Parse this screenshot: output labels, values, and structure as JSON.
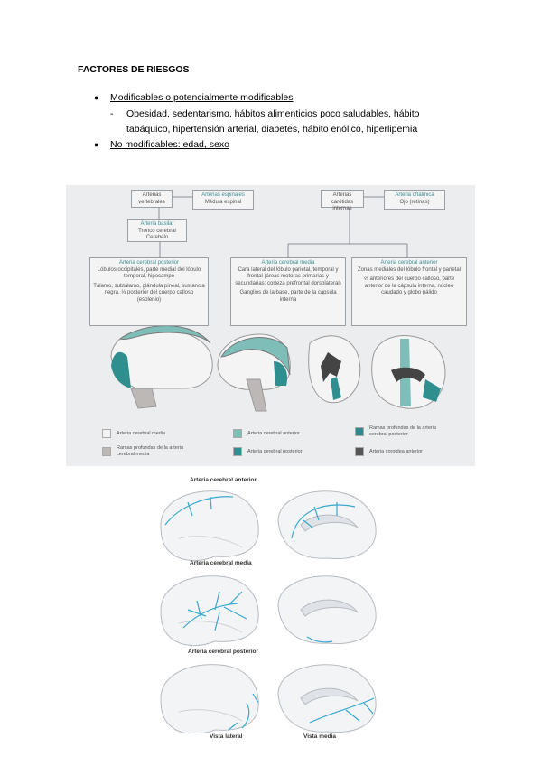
{
  "heading": "FACTORES DE RIESGOS",
  "bullets": {
    "modifiable_label": "Modificables o potencialmente modificables",
    "modifiable_items": "Obesidad, sedentarismo, hábitos alimenticios poco saludables, hábito tabáquico, hipertensión arterial, diabetes, hábito enólico, hiperlipemia",
    "non_modifiable_label": "No modificables: edad, sexo"
  },
  "figure1": {
    "art_vert": "Arterias vertebrales",
    "art_espinales": "Arterias espinales",
    "medula": "Médula espinal",
    "art_basilar": "Arteria basilar",
    "tronco": "Tronco cerebral",
    "cerebelo": "Cerebelo",
    "art_carotidas": "Arterias carótidas internas",
    "art_oftalmica": "Arteria oftálmica",
    "ojo": "Ojo (retinas)",
    "acp_title": "Arteria cerebral posterior",
    "acp_text1": "Lóbulos occipitales, parte medial del lóbulo temporal, hipocampo",
    "acp_text2": "Tálamo, subtálamo, glándula pineal, sustancia negra, ⅓ posterior del cuerpo calloso (esplenio)",
    "acm_title": "Arteria cerebral media",
    "acm_text1": "Cara lateral del lóbulo parietal, temporal y frontal (áreas motoras primarias y secundarias; corteza prefrontal dorsolateral)",
    "acm_text2": "Ganglios de la base, parte de la cápsula interna",
    "aca_title": "Arteria cerebral anterior",
    "aca_text1": "Zonas mediales del lóbulo frontal y parietal",
    "aca_text2": "⅔ anteriores del cuerpo calloso, parte anterior de la cápsula interna, núcleo caudado y globo pálido",
    "legend": [
      {
        "label": "Arteria cerebral media",
        "color": "#f3f3f3"
      },
      {
        "label": "Arteria cerebral anterior",
        "color": "#7fbdb8"
      },
      {
        "label": "Ramas profundas de la arteria cerebral posterior",
        "color": "#2a8a8c"
      },
      {
        "label": "Ramas profundas de la arteria cerebral media",
        "color": "#bdb8b8"
      },
      {
        "label": "Arteria cerebral posterior",
        "color": "#2f8f8f"
      },
      {
        "label": "Arteria coroidea anterior",
        "color": "#555555"
      }
    ]
  },
  "figure2": {
    "lab_aca": "Arteria cerebral anterior",
    "lab_acm": "Arteria cerebral media",
    "lab_acp": "Arteria cerebral posterior",
    "lab_lateral": "Vista lateral",
    "lab_medial": "Vista media",
    "vessel_color": "#3aa9d0"
  }
}
